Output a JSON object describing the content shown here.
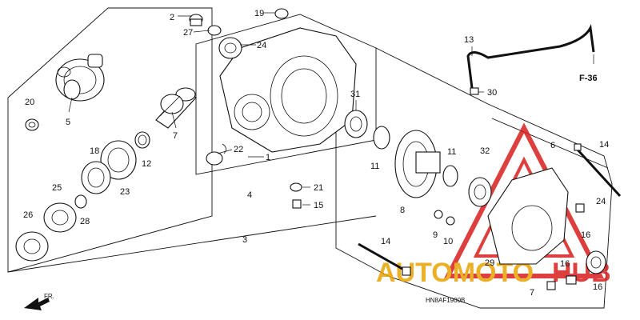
{
  "callouts": {
    "c1": "1",
    "c2": "2",
    "c3": "3",
    "c4": "4",
    "c5": "5",
    "c6": "6",
    "c7a": "7",
    "c7b": "7",
    "c8": "8",
    "c9": "9",
    "c10": "10",
    "c11a": "11",
    "c11b": "11",
    "c12": "12",
    "c13": "13",
    "c14a": "14",
    "c14b": "14",
    "c15": "15",
    "c16a": "16",
    "c16b": "16",
    "c16c": "16",
    "c18": "18",
    "c19": "19",
    "c20": "20",
    "c21": "21",
    "c22": "22",
    "c23": "23",
    "c24a": "24",
    "c24b": "24",
    "c25": "25",
    "c26": "26",
    "c27": "27",
    "c28": "28",
    "c29": "29",
    "c30": "30",
    "c31": "31",
    "c32": "32"
  },
  "reference": "F-36",
  "front_label": "FR.",
  "diagram_code": "HN8AF1900B",
  "watermark": {
    "word1": "AUTOMOTO",
    "word2": "HUB",
    "color_red": "#d81e1e",
    "color_gold": "#e8a300"
  }
}
